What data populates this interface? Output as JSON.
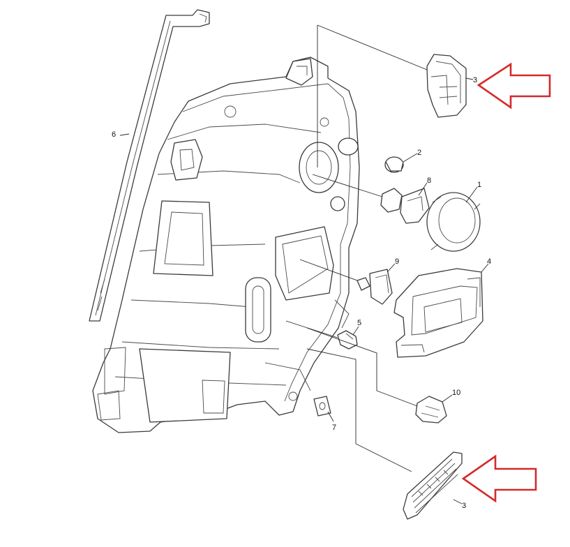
{
  "callouts": {
    "c1": "1",
    "c2": "2",
    "c3_top": "3",
    "c3_bottom": "3",
    "c4": "4",
    "c5": "5",
    "c6": "6",
    "c7": "7",
    "c8": "8",
    "c9": "9",
    "c10": "10"
  },
  "colors": {
    "arrow": "#d42a2a",
    "line": "#3a3a3a",
    "background": "#ffffff"
  }
}
